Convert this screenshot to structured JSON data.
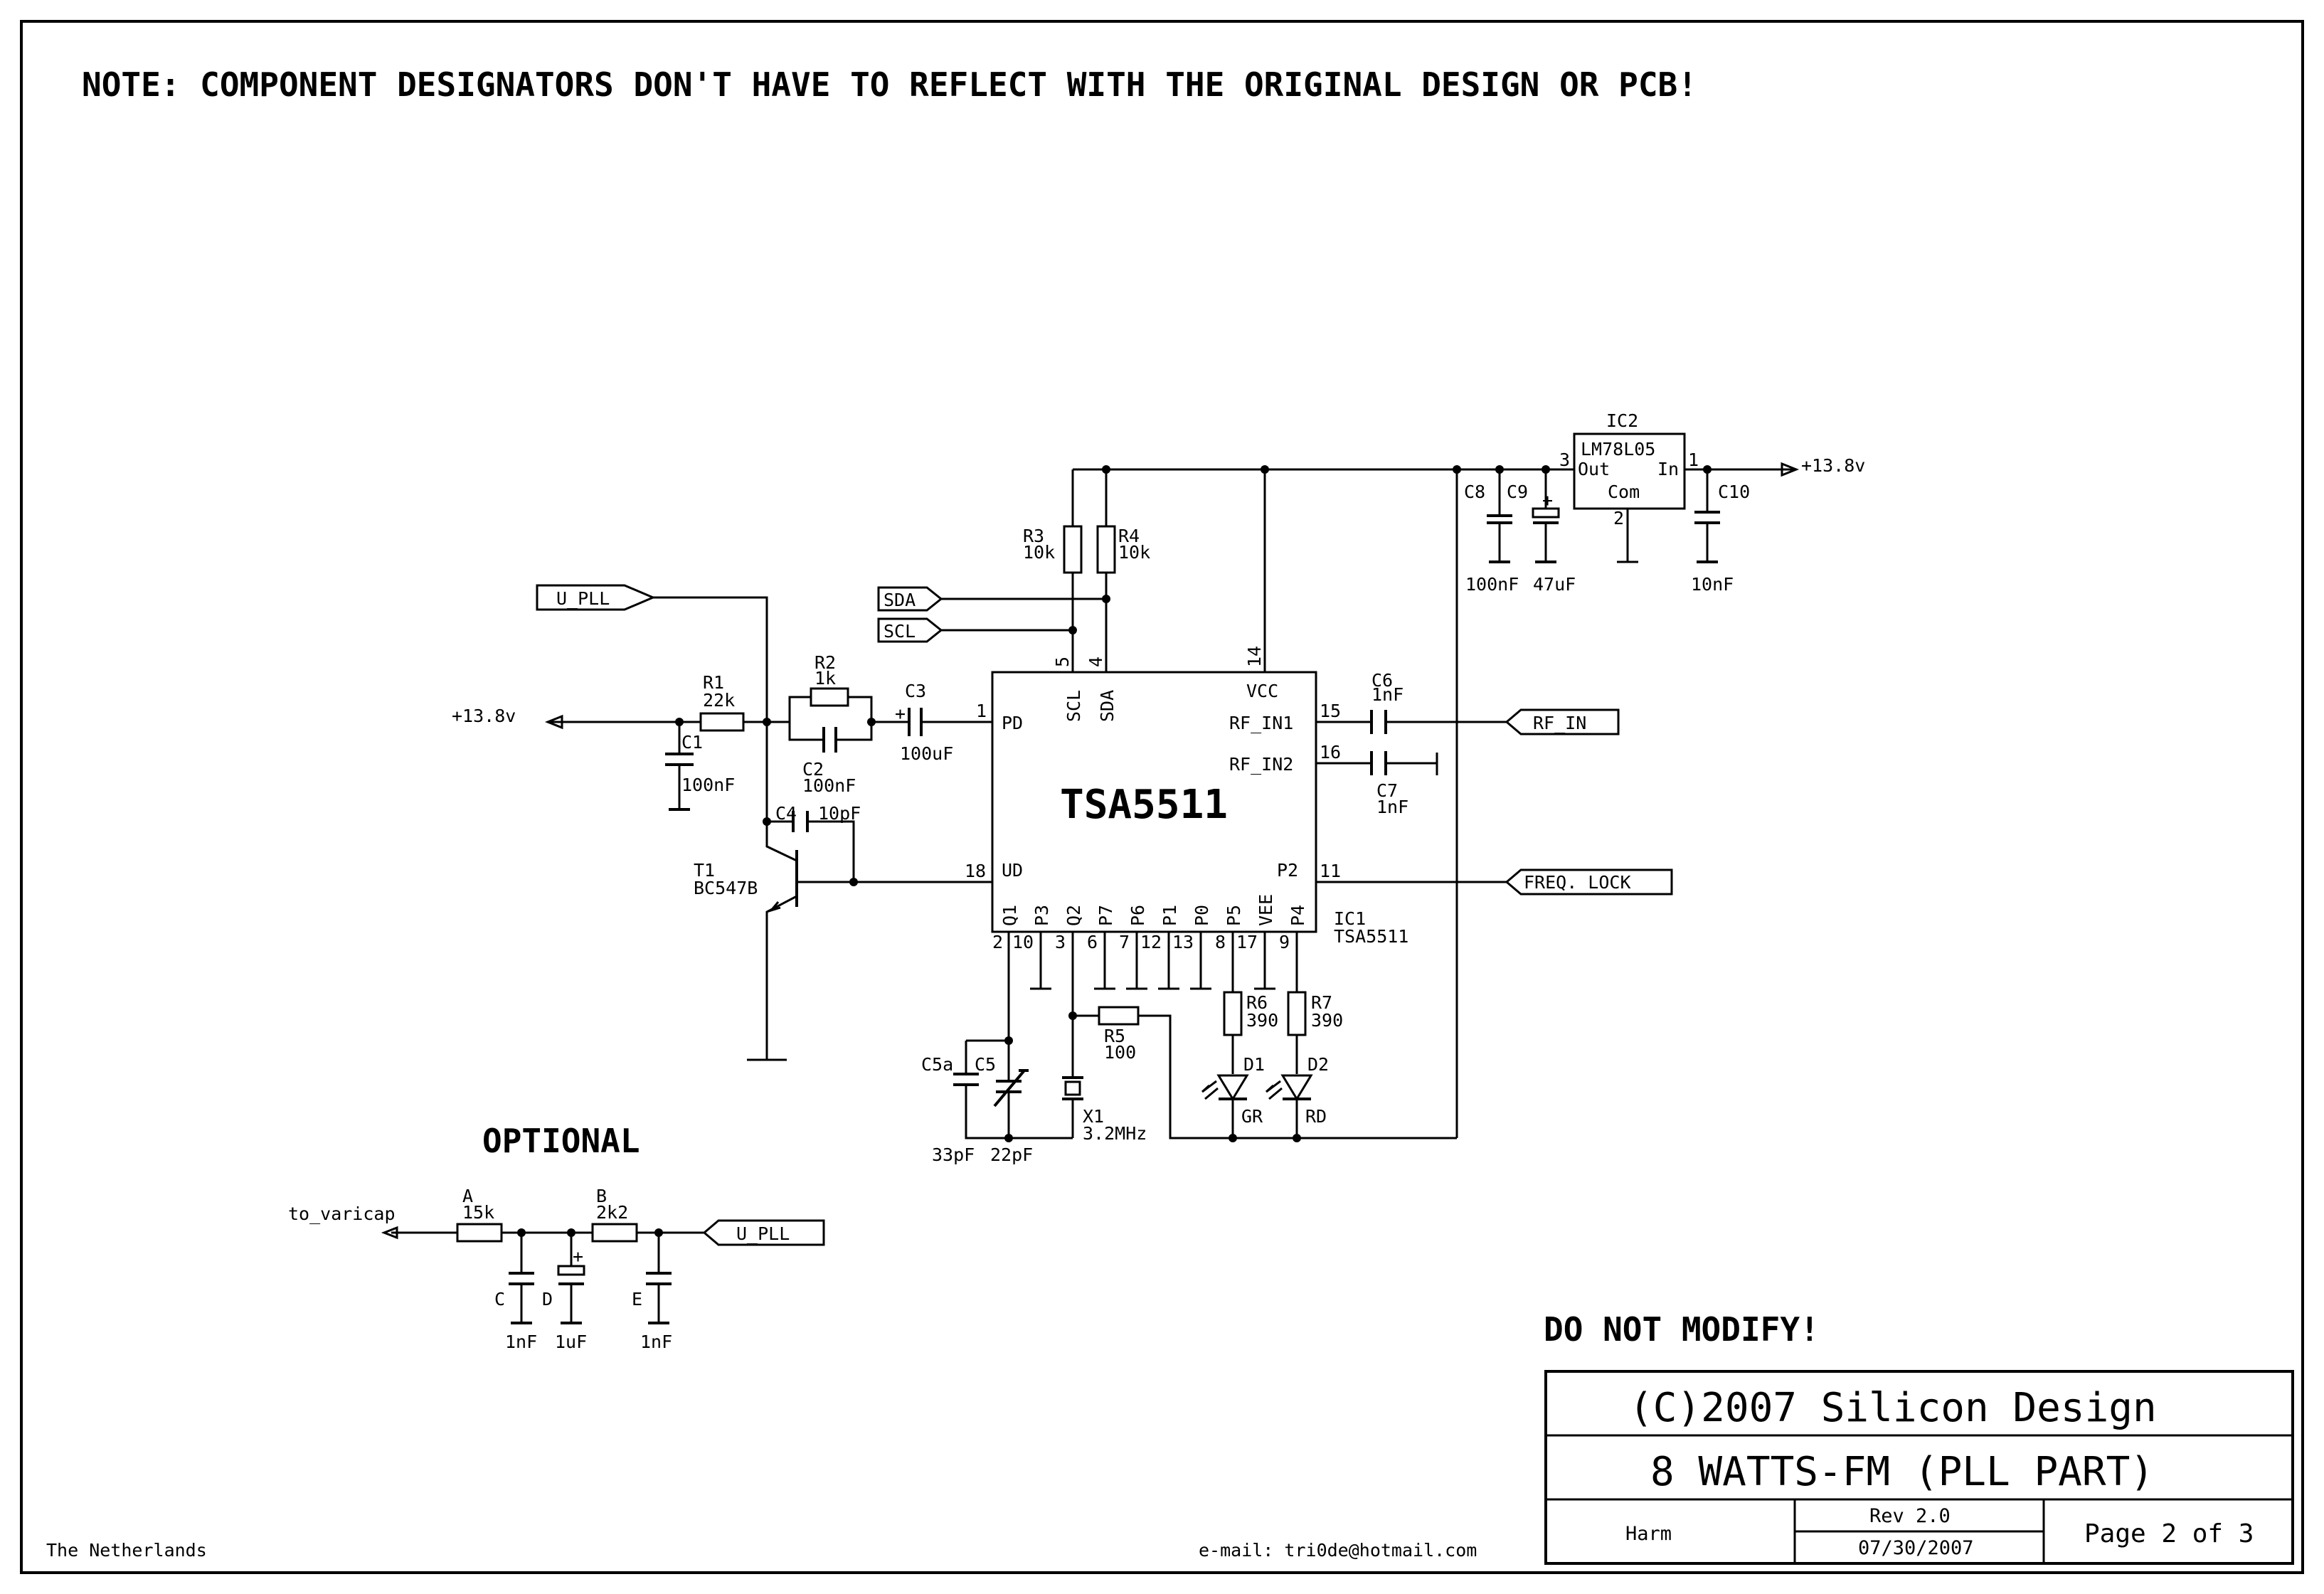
{
  "note": "NOTE: COMPONENT DESIGNATORS DON'T HAVE TO REFLECT WITH THE ORIGINAL DESIGN OR PCB!",
  "ic1": {
    "name": "TSA5511",
    "designator": "IC1",
    "part": "TSA5511",
    "pins": {
      "PD": "PD",
      "SCL": "SCL",
      "SDA": "SDA",
      "VCC": "VCC",
      "RF_IN1": "RF_IN1",
      "RF_IN2": "RF_IN2",
      "UD": "UD",
      "P2": "P2",
      "Q1": "Q1",
      "P3": "P3",
      "Q2": "Q2",
      "P7": "P7",
      "P6": "P6",
      "P1": "P1",
      "P0": "P0",
      "P5": "P5",
      "VEE": "VEE",
      "P4": "P4"
    },
    "pin_numbers": {
      "n1": "1",
      "n5": "5",
      "n4": "4",
      "n14": "14",
      "n15": "15",
      "n16": "16",
      "n18": "18",
      "n11": "11",
      "n2": "2",
      "n10": "10",
      "n3": "3",
      "n6": "6",
      "n7": "7",
      "n12": "12",
      "n13": "13",
      "n8": "8",
      "n17": "17",
      "n9": "9"
    }
  },
  "ic2": {
    "designator": "IC2",
    "part": "LM78L05",
    "pin_out": "Out",
    "pin_in": "In",
    "pin_com": "Com",
    "n3": "3",
    "n1": "1",
    "n2": "2"
  },
  "components": {
    "r1": {
      "ref": "R1",
      "value": "22k"
    },
    "r2": {
      "ref": "R2",
      "value": "1k"
    },
    "r3": {
      "ref": "R3",
      "value": "10k"
    },
    "r4": {
      "ref": "R4",
      "value": "10k"
    },
    "r5": {
      "ref": "R5",
      "value": "100"
    },
    "r6": {
      "ref": "R6",
      "value": "390"
    },
    "r7": {
      "ref": "R7",
      "value": "390"
    },
    "c1": {
      "ref": "C1",
      "value": "100nF"
    },
    "c2": {
      "ref": "C2",
      "value": "100nF"
    },
    "c3": {
      "ref": "C3",
      "value": "100uF"
    },
    "c4": {
      "ref": "C4",
      "value": "10pF"
    },
    "c5": {
      "ref": "C5",
      "value": "22pF"
    },
    "c5a": {
      "ref": "C5a",
      "value": "33pF"
    },
    "c6": {
      "ref": "C6",
      "value": "1nF"
    },
    "c7": {
      "ref": "C7",
      "value": "1nF"
    },
    "c8": {
      "ref": "C8",
      "value": "100nF"
    },
    "c9": {
      "ref": "C9",
      "value": "47uF"
    },
    "c10": {
      "ref": "C10",
      "value": "10nF"
    },
    "t1": {
      "ref": "T1",
      "value": "BC547B"
    },
    "x1": {
      "ref": "X1",
      "value": "3.2MHz"
    },
    "d1": {
      "ref": "D1",
      "value": "GR"
    },
    "d2": {
      "ref": "D2",
      "value": "RD"
    }
  },
  "ports": {
    "u_pll": "U_PLL",
    "sda": "SDA",
    "scl": "SCL",
    "rf_in": "RF_IN",
    "freq_lock": "FREQ. LOCK",
    "plus13_left": "+13.8v",
    "plus13_right": "+13.8v"
  },
  "optional": {
    "title": "OPTIONAL",
    "to_varicap": "to_varicap",
    "u_pll": "U_PLL",
    "ra": {
      "ref": "A",
      "value": "15k"
    },
    "rb": {
      "ref": "B",
      "value": "2k2"
    },
    "cc": {
      "ref": "C",
      "value": "1nF"
    },
    "cd": {
      "ref": "D",
      "value": "1uF"
    },
    "ce": {
      "ref": "E",
      "value": "1nF"
    }
  },
  "footer": {
    "do_not_modify": "DO NOT MODIFY!",
    "country": "The Netherlands",
    "email": "e-mail: tri0de@hotmail.com"
  },
  "title_block": {
    "copyright": "(C)2007 Silicon Design",
    "title": "8 WATTS-FM (PLL PART)",
    "author": "Harm",
    "rev": "Rev 2.0",
    "date": "07/30/2007",
    "page": "Page 2 of 3"
  }
}
